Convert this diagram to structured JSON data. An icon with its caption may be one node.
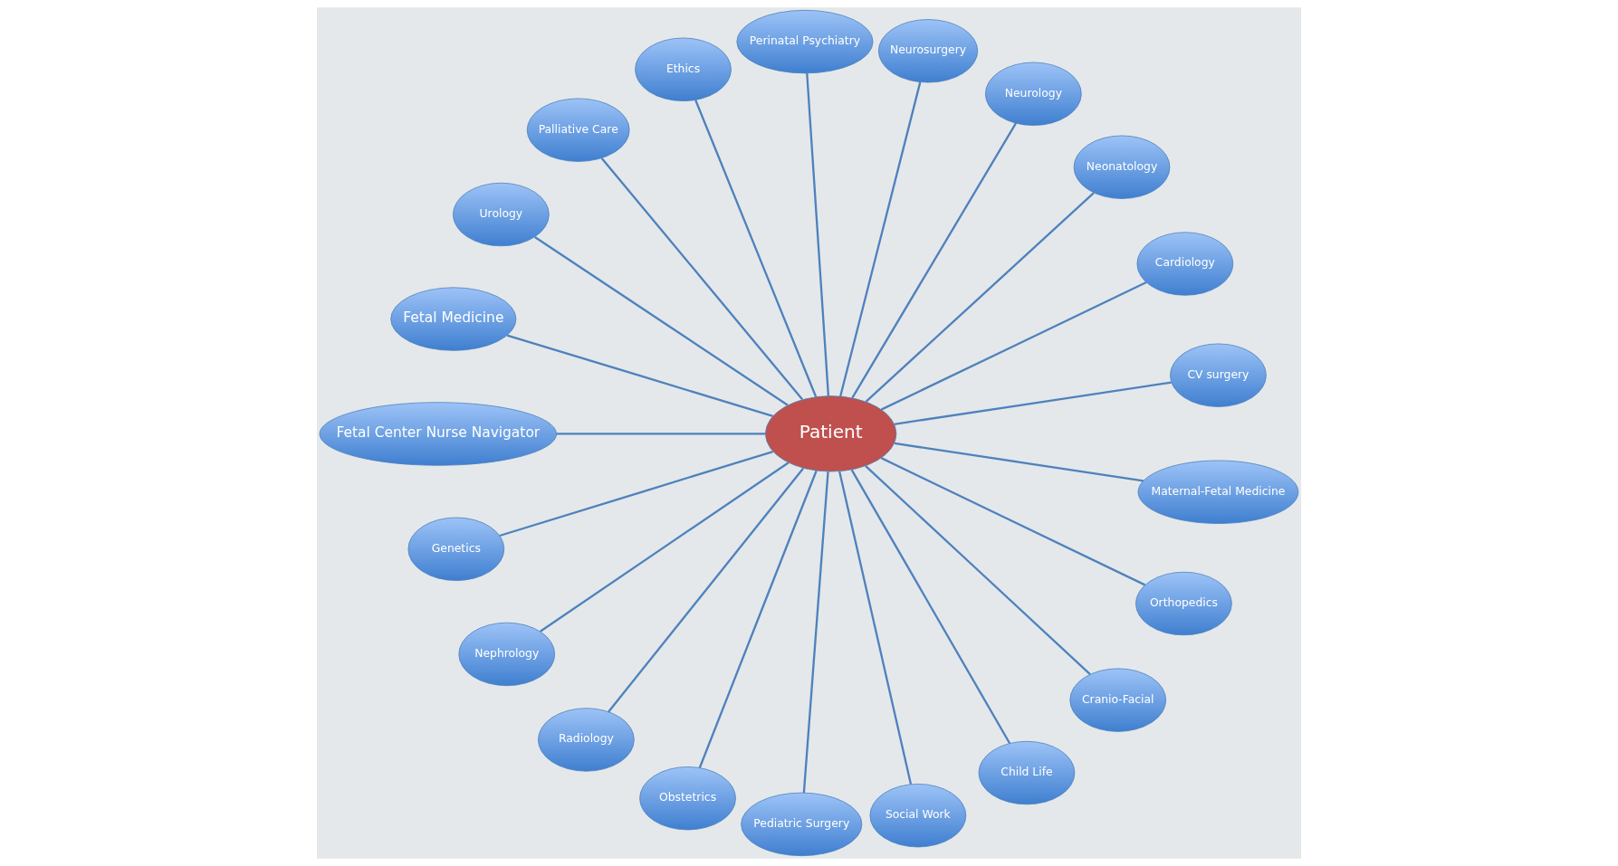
{
  "diagram": {
    "nodes": [
      {
        "text": [
          "CV surgery"
        ]
      },
      {
        "text": [
          "Cardiology"
        ]
      },
      {
        "text": [
          "Neonatology"
        ]
      },
      {
        "text": [
          "Neurology"
        ]
      },
      {
        "text": [
          "Neurosurgery"
        ]
      },
      {
        "text": [
          "Perinatal Psychiatry"
        ]
      },
      {
        "text": [
          "Ethics"
        ]
      },
      {
        "text": [
          "Palliative Care"
        ]
      },
      {
        "text": [
          "Urology"
        ]
      },
      {
        "text": [
          "Fetal Medicine"
        ]
      },
      {
        "text": [
          "Patient"
        ]
      },
      {
        "text": [
          "Fetal Center Nurse Navigator"
        ]
      },
      {
        "text": [
          "Genetics"
        ]
      },
      {
        "text": [
          "Nephrology"
        ]
      },
      {
        "text": [
          "Radiology"
        ]
      },
      {
        "text": [
          "Obstetrics"
        ]
      },
      {
        "text": [
          "Pediatric Surgery"
        ]
      },
      {
        "text": [
          "Social Work"
        ]
      },
      {
        "text": [
          "Child Life"
        ]
      },
      {
        "text": [
          "Cranio-Facial"
        ]
      },
      {
        "text": [
          "Orthopedics"
        ]
      },
      {
        "text": [
          "Maternal-Fetal Medicine"
        ]
      }
    ],
    "edges": [
      {
        "from": 10,
        "to": 0,
        "arrow": "none"
      },
      {
        "from": 10,
        "to": 1,
        "arrow": "none"
      },
      {
        "from": 10,
        "to": 2,
        "arrow": "none"
      },
      {
        "from": 10,
        "to": 3,
        "arrow": "none"
      },
      {
        "from": 10,
        "to": 4,
        "arrow": "none"
      },
      {
        "from": 10,
        "to": 5,
        "arrow": "none"
      },
      {
        "from": 10,
        "to": 6,
        "arrow": "none"
      },
      {
        "from": 10,
        "to": 7,
        "arrow": "none"
      },
      {
        "from": 10,
        "to": 8,
        "arrow": "none"
      },
      {
        "from": 10,
        "to": 9,
        "arrow": "none"
      },
      {
        "from": 10,
        "to": 11,
        "arrow": "none"
      },
      {
        "from": 10,
        "to": 12,
        "arrow": "none"
      },
      {
        "from": 10,
        "to": 13,
        "arrow": "none"
      },
      {
        "from": 10,
        "to": 14,
        "arrow": "none"
      },
      {
        "from": 10,
        "to": 15,
        "arrow": "none"
      },
      {
        "from": 10,
        "to": 16,
        "arrow": "none"
      },
      {
        "from": 10,
        "to": 17,
        "arrow": "none"
      },
      {
        "from": 10,
        "to": 18,
        "arrow": "none"
      },
      {
        "from": 10,
        "to": 19,
        "arrow": "none"
      },
      {
        "from": 10,
        "to": 20,
        "arrow": "none"
      },
      {
        "from": 10,
        "to": 21,
        "arrow": "none"
      }
    ]
  }
}
